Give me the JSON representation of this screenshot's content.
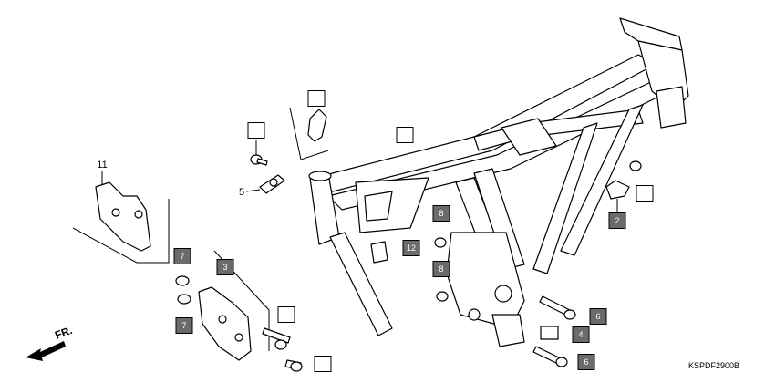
{
  "diagram": {
    "ref_code": "KSPDF2900B",
    "direction_label": "FR.",
    "callouts": [
      {
        "id": "c11",
        "text": "11",
        "style": "plain"
      },
      {
        "id": "c5",
        "text": "5",
        "style": "plain"
      },
      {
        "id": "c2",
        "text": "2",
        "style": "dark"
      },
      {
        "id": "c8a",
        "text": "8",
        "style": "dark"
      },
      {
        "id": "c8b",
        "text": "8",
        "style": "dark"
      },
      {
        "id": "c12",
        "text": "12",
        "style": "dark"
      },
      {
        "id": "c7a",
        "text": "7",
        "style": "dark"
      },
      {
        "id": "c7b",
        "text": "7",
        "style": "dark"
      },
      {
        "id": "c3",
        "text": "3",
        "style": "dark"
      },
      {
        "id": "c4",
        "text": "4",
        "style": "dark"
      },
      {
        "id": "c6a",
        "text": "6",
        "style": "dark"
      },
      {
        "id": "c6b",
        "text": "6",
        "style": "dark"
      },
      {
        "id": "b1",
        "text": "",
        "style": "empty"
      },
      {
        "id": "b2",
        "text": "",
        "style": "empty"
      },
      {
        "id": "b3",
        "text": "",
        "style": "empty"
      },
      {
        "id": "b4",
        "text": "",
        "style": "empty"
      },
      {
        "id": "b5",
        "text": "",
        "style": "empty"
      },
      {
        "id": "b6",
        "text": "",
        "style": "empty"
      }
    ]
  }
}
